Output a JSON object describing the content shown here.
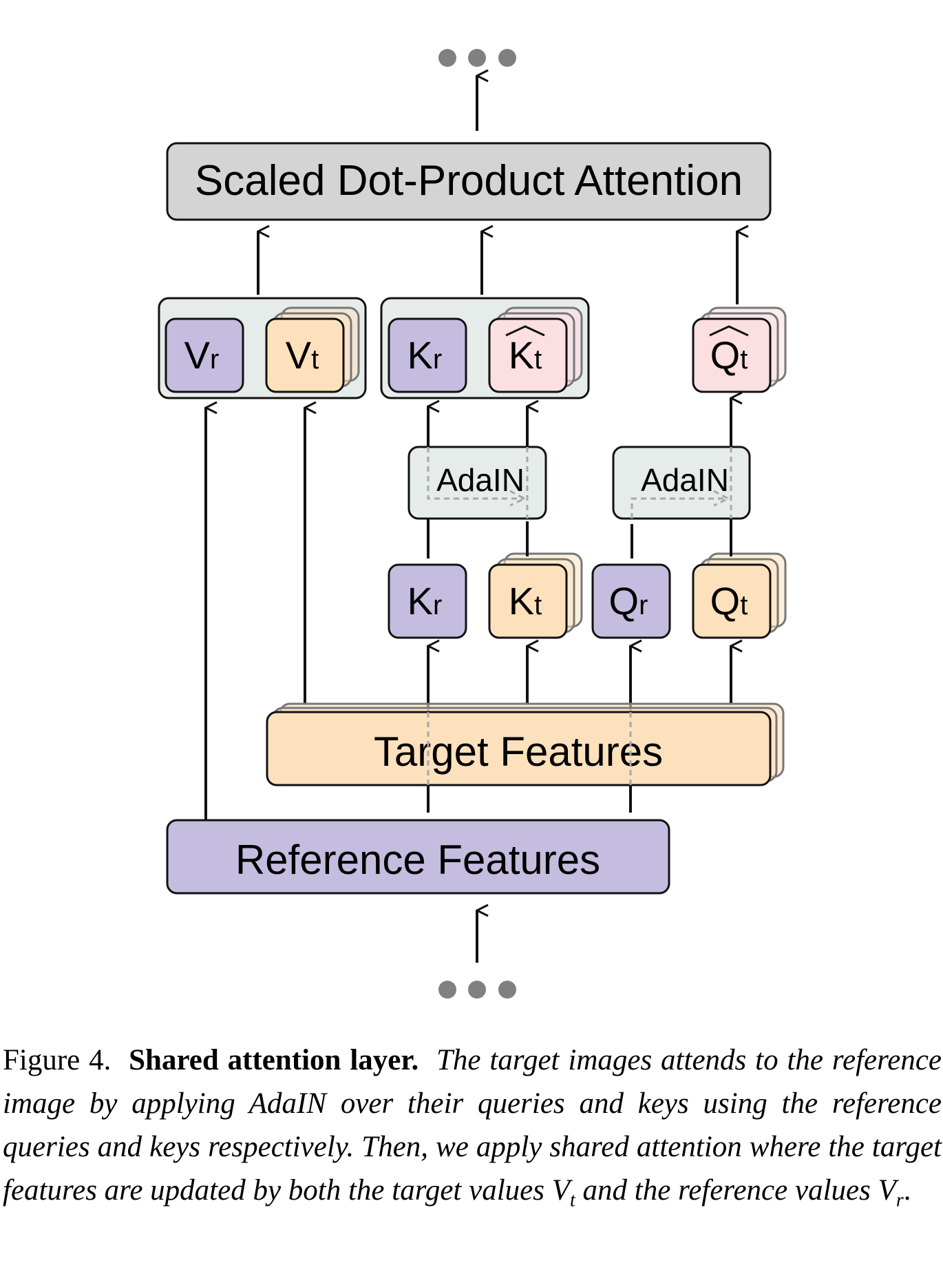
{
  "diagram": {
    "title": "Shared attention layer diagram",
    "colors": {
      "reference": "#c5bddf",
      "target": "#fde1bd",
      "target_normalized": "#fbdfe1",
      "attention": "#d4d4d4",
      "group": "#e6ecea",
      "adain": "#e6ecea",
      "dots": "#808080",
      "dashed": "#a8a8a8",
      "stroke": "#111111"
    },
    "continuation_top": "...",
    "continuation_bottom": "...",
    "attention_block": {
      "label": "Scaled Dot-Product Attention"
    },
    "values_group": {
      "items": [
        {
          "id": "Vr",
          "base": "V",
          "sub": "r",
          "kind": "reference",
          "hat": false,
          "stacked": false
        },
        {
          "id": "Vt",
          "base": "V",
          "sub": "t",
          "kind": "target",
          "hat": false,
          "stacked": true
        }
      ]
    },
    "keys_group": {
      "items": [
        {
          "id": "Kr",
          "base": "K",
          "sub": "r",
          "kind": "reference",
          "hat": false,
          "stacked": false
        },
        {
          "id": "Kt_hat",
          "base": "K",
          "sub": "t",
          "kind": "target_normalized",
          "hat": true,
          "stacked": true
        }
      ]
    },
    "query_output": {
      "id": "Qt_hat",
      "base": "Q",
      "sub": "t",
      "kind": "target_normalized",
      "hat": true,
      "stacked": true
    },
    "adain_blocks": [
      {
        "label": "AdaIN",
        "applies_to": "keys"
      },
      {
        "label": "AdaIN",
        "applies_to": "queries"
      }
    ],
    "projections": [
      {
        "id": "Kr",
        "base": "K",
        "sub": "r",
        "kind": "reference",
        "stacked": false
      },
      {
        "id": "Kt",
        "base": "K",
        "sub": "t",
        "kind": "target",
        "stacked": true
      },
      {
        "id": "Qr",
        "base": "Q",
        "sub": "r",
        "kind": "reference",
        "stacked": false
      },
      {
        "id": "Qt",
        "base": "Q",
        "sub": "t",
        "kind": "target",
        "stacked": true
      }
    ],
    "target_features": {
      "label": "Target Features"
    },
    "reference_features": {
      "label": "Reference Features"
    }
  },
  "caption": {
    "figure_label": "Figure 4.",
    "bold_title": "Shared attention layer.",
    "body_part1": "The target images attends to the reference image by applying AdaIN over their queries and keys using the reference queries and keys respectively. Then, we apply shared attention where the target features are updated by both the target values ",
    "v_target_base": "V",
    "v_target_sub": "t",
    "body_part2": " and the reference values ",
    "v_ref_base": "V",
    "v_ref_sub": "r",
    "body_end": "."
  }
}
